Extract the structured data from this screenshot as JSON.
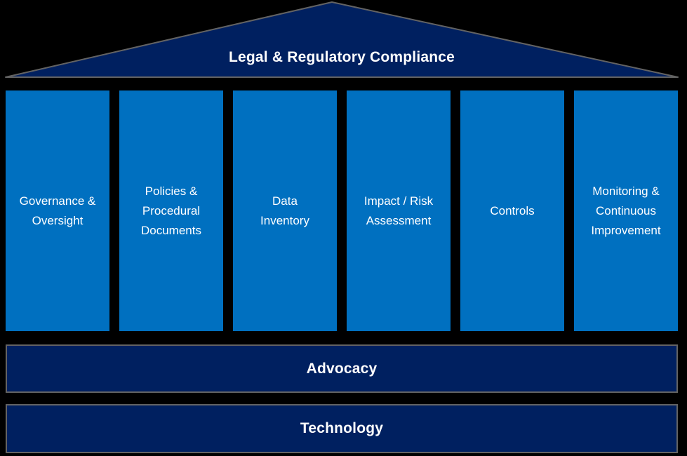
{
  "diagram": {
    "title": "Privacy program pillar diagram",
    "colors": {
      "background": "#000000",
      "pillar_blue": "#0070C0",
      "navy": "#002060",
      "border_gray": "#636363",
      "text_white": "#FFFFFF"
    },
    "roof": {
      "label": "Legal & Regulatory Compliance"
    },
    "pillars": [
      {
        "label": "Governance &\nOversight"
      },
      {
        "label": "Policies &\nProcedural\nDocuments"
      },
      {
        "label": "Data\nInventory"
      },
      {
        "label": "Impact / Risk\nAssessment"
      },
      {
        "label": "Controls"
      },
      {
        "label": "Monitoring &\nContinuous\nImprovement"
      }
    ],
    "foundations": [
      {
        "label": "Advocacy"
      },
      {
        "label": "Technology"
      }
    ]
  }
}
